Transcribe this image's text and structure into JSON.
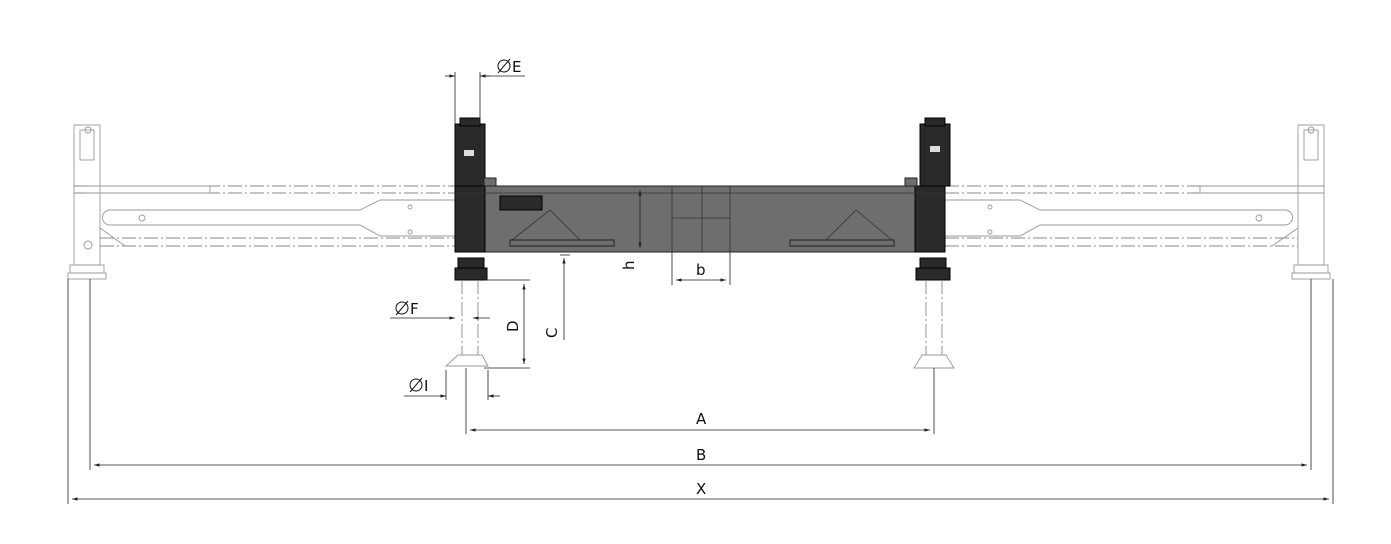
{
  "dimensions": {
    "diameter_E": "E",
    "diameter_F": "F",
    "diameter_I": "I",
    "A": "A",
    "B": "B",
    "X": "X",
    "C": "C",
    "D": "D",
    "h": "h",
    "b": "b"
  },
  "colors": {
    "machine_body": "#6e6e6e",
    "motor": "#2a2a2a",
    "ghost_lines": "#888888",
    "dimension_lines": "#222222"
  },
  "icons": {
    "diameter_symbol": "diameter-icon"
  }
}
